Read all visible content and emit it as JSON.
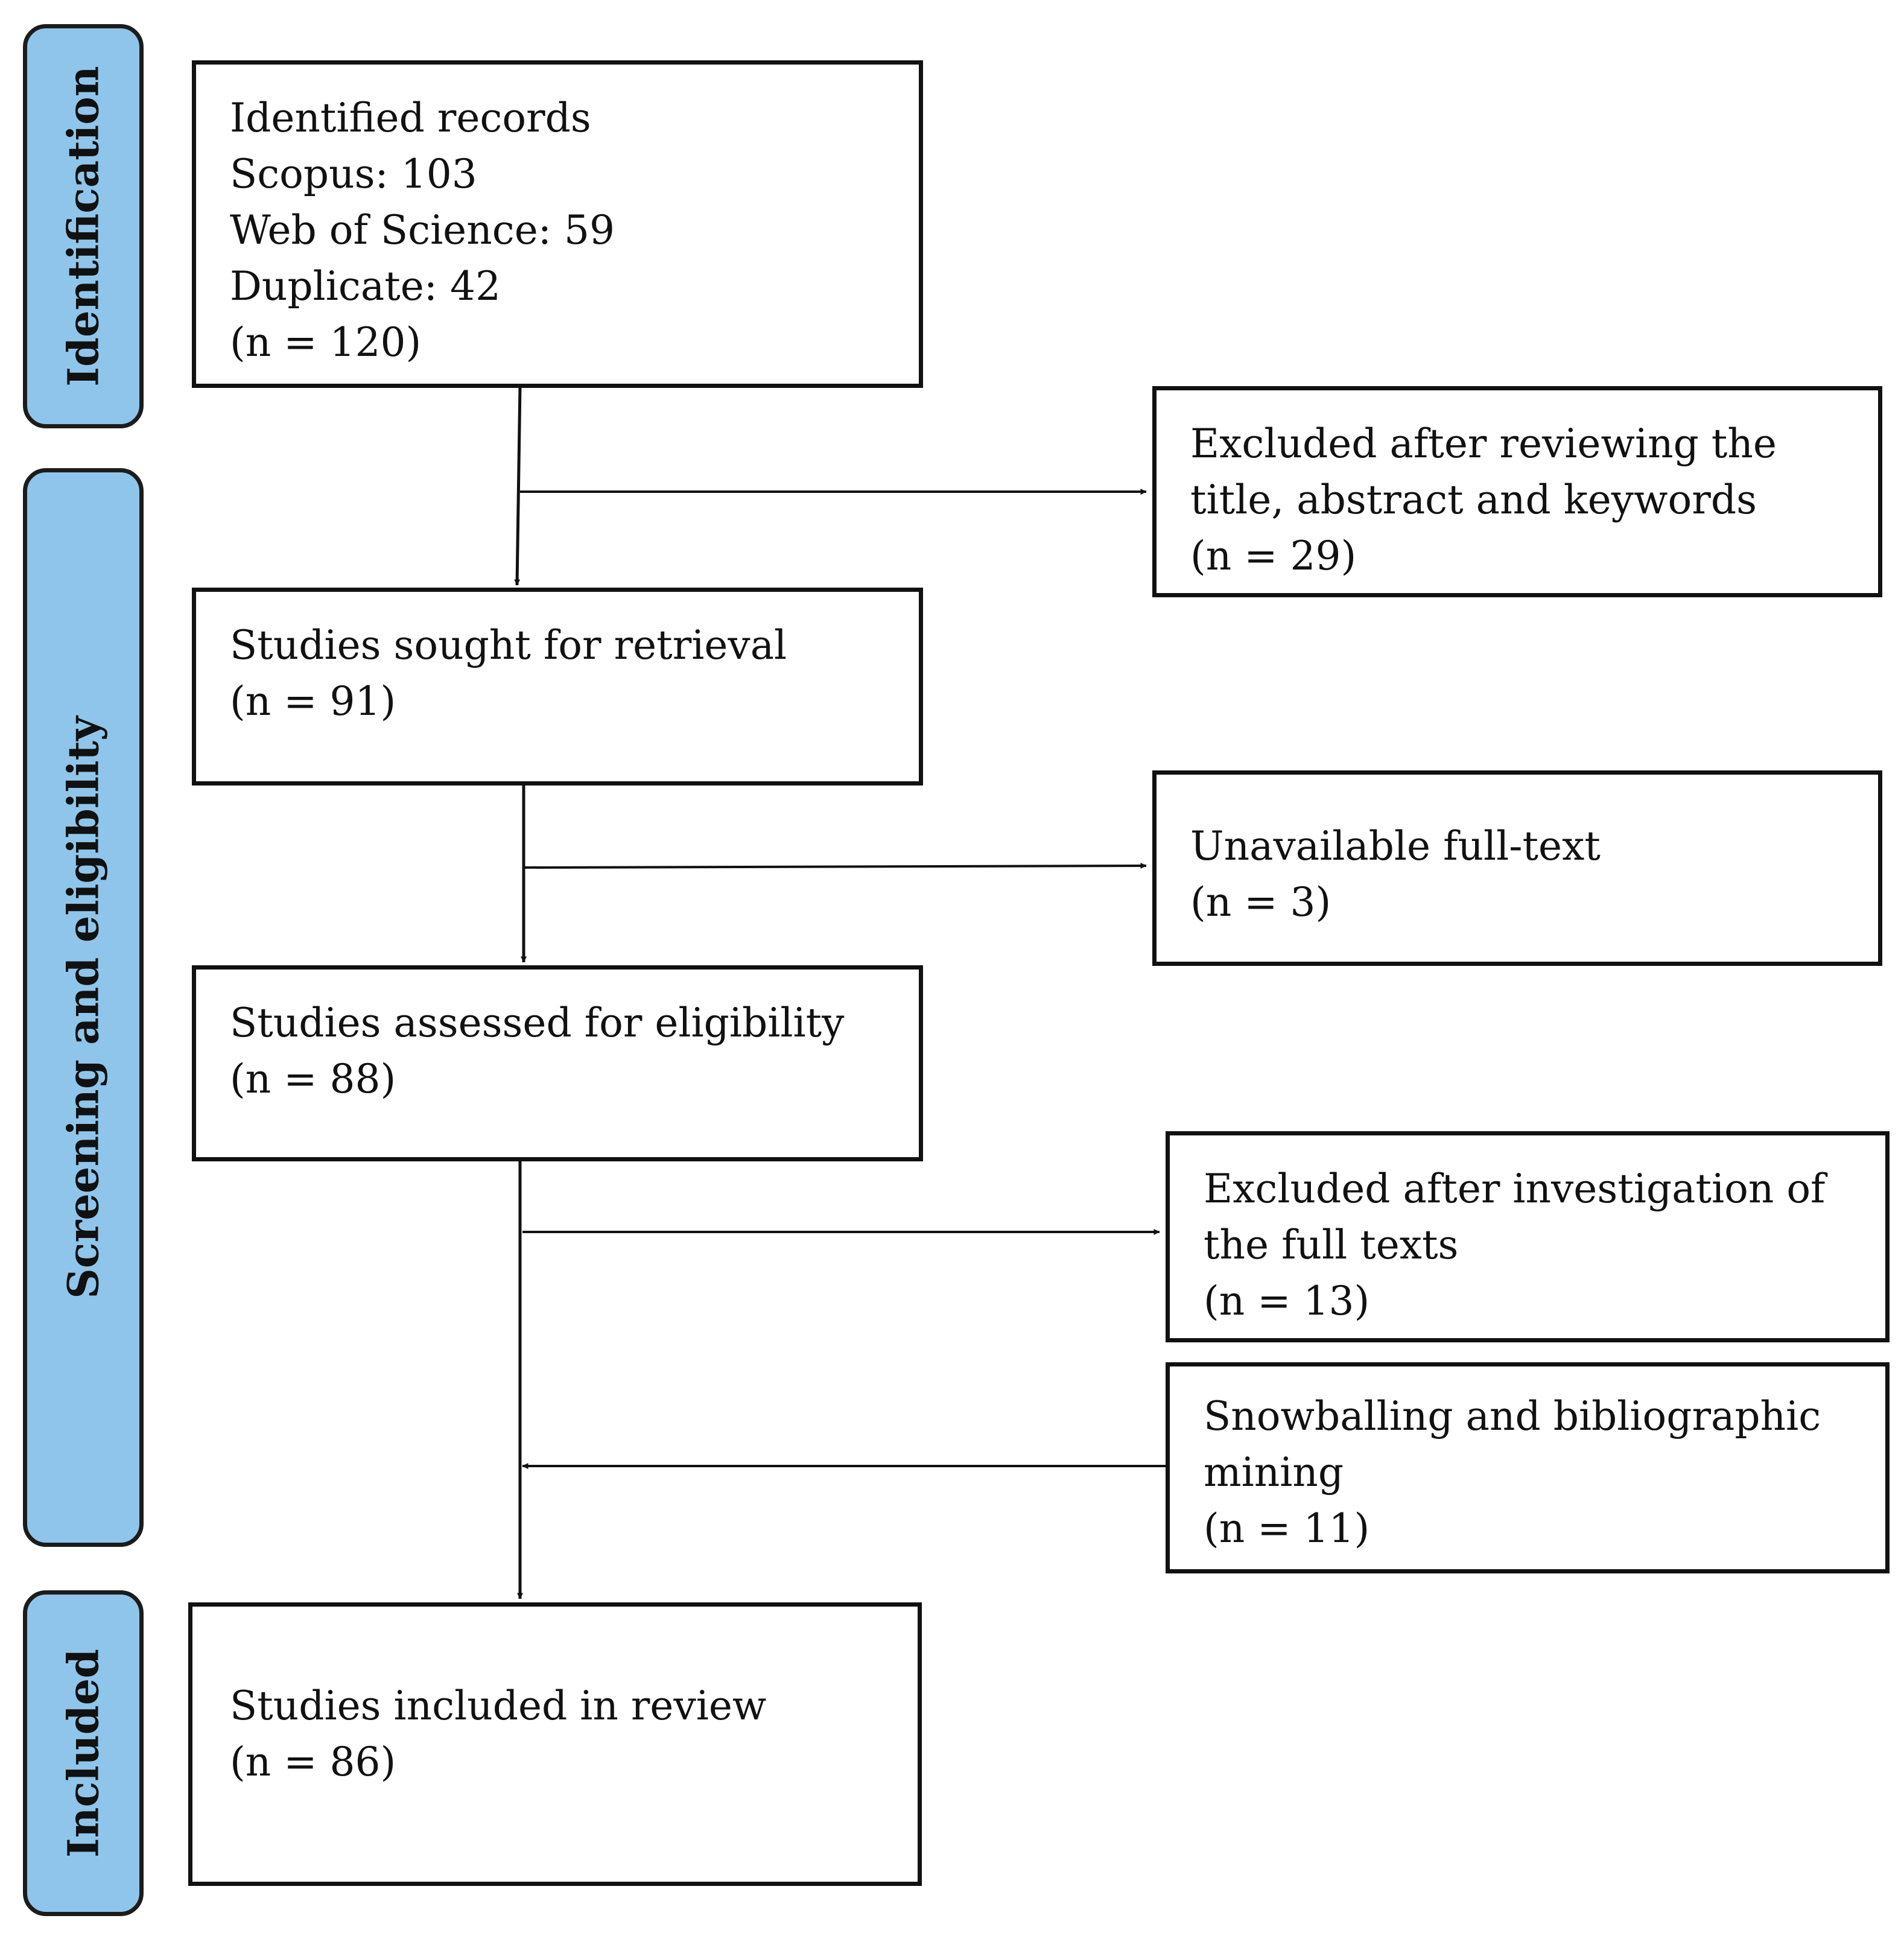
{
  "phases": {
    "identification": "Identification",
    "screening": "Screening and eligibility",
    "included": "Included"
  },
  "boxes": {
    "identified": {
      "line1": "Identified records",
      "line2": "Scopus: 103",
      "line3": "Web of Science: 59",
      "line4": "Duplicate: 42",
      "line5": "(n = 120)"
    },
    "excluded_title": {
      "line1": "Excluded after reviewing the",
      "line2": "title, abstract and keywords",
      "line3": "(n = 29)"
    },
    "sought": {
      "line1": "Studies sought for retrieval",
      "line2": "(n = 91)"
    },
    "unavailable": {
      "line1": "Unavailable full-text",
      "line2": "(n = 3)"
    },
    "assessed": {
      "line1": "Studies assessed for eligibility",
      "line2": "(n = 88)"
    },
    "excluded_full": {
      "line1": "Excluded after investigation of",
      "line2": "the full texts",
      "line3": "(n = 13)"
    },
    "snowballing": {
      "line1": "Snowballing and bibliographic",
      "line2": "mining",
      "line3": "(n = 11)"
    },
    "included": {
      "line1": "Studies included in review",
      "line2": "(n = 86)"
    }
  }
}
